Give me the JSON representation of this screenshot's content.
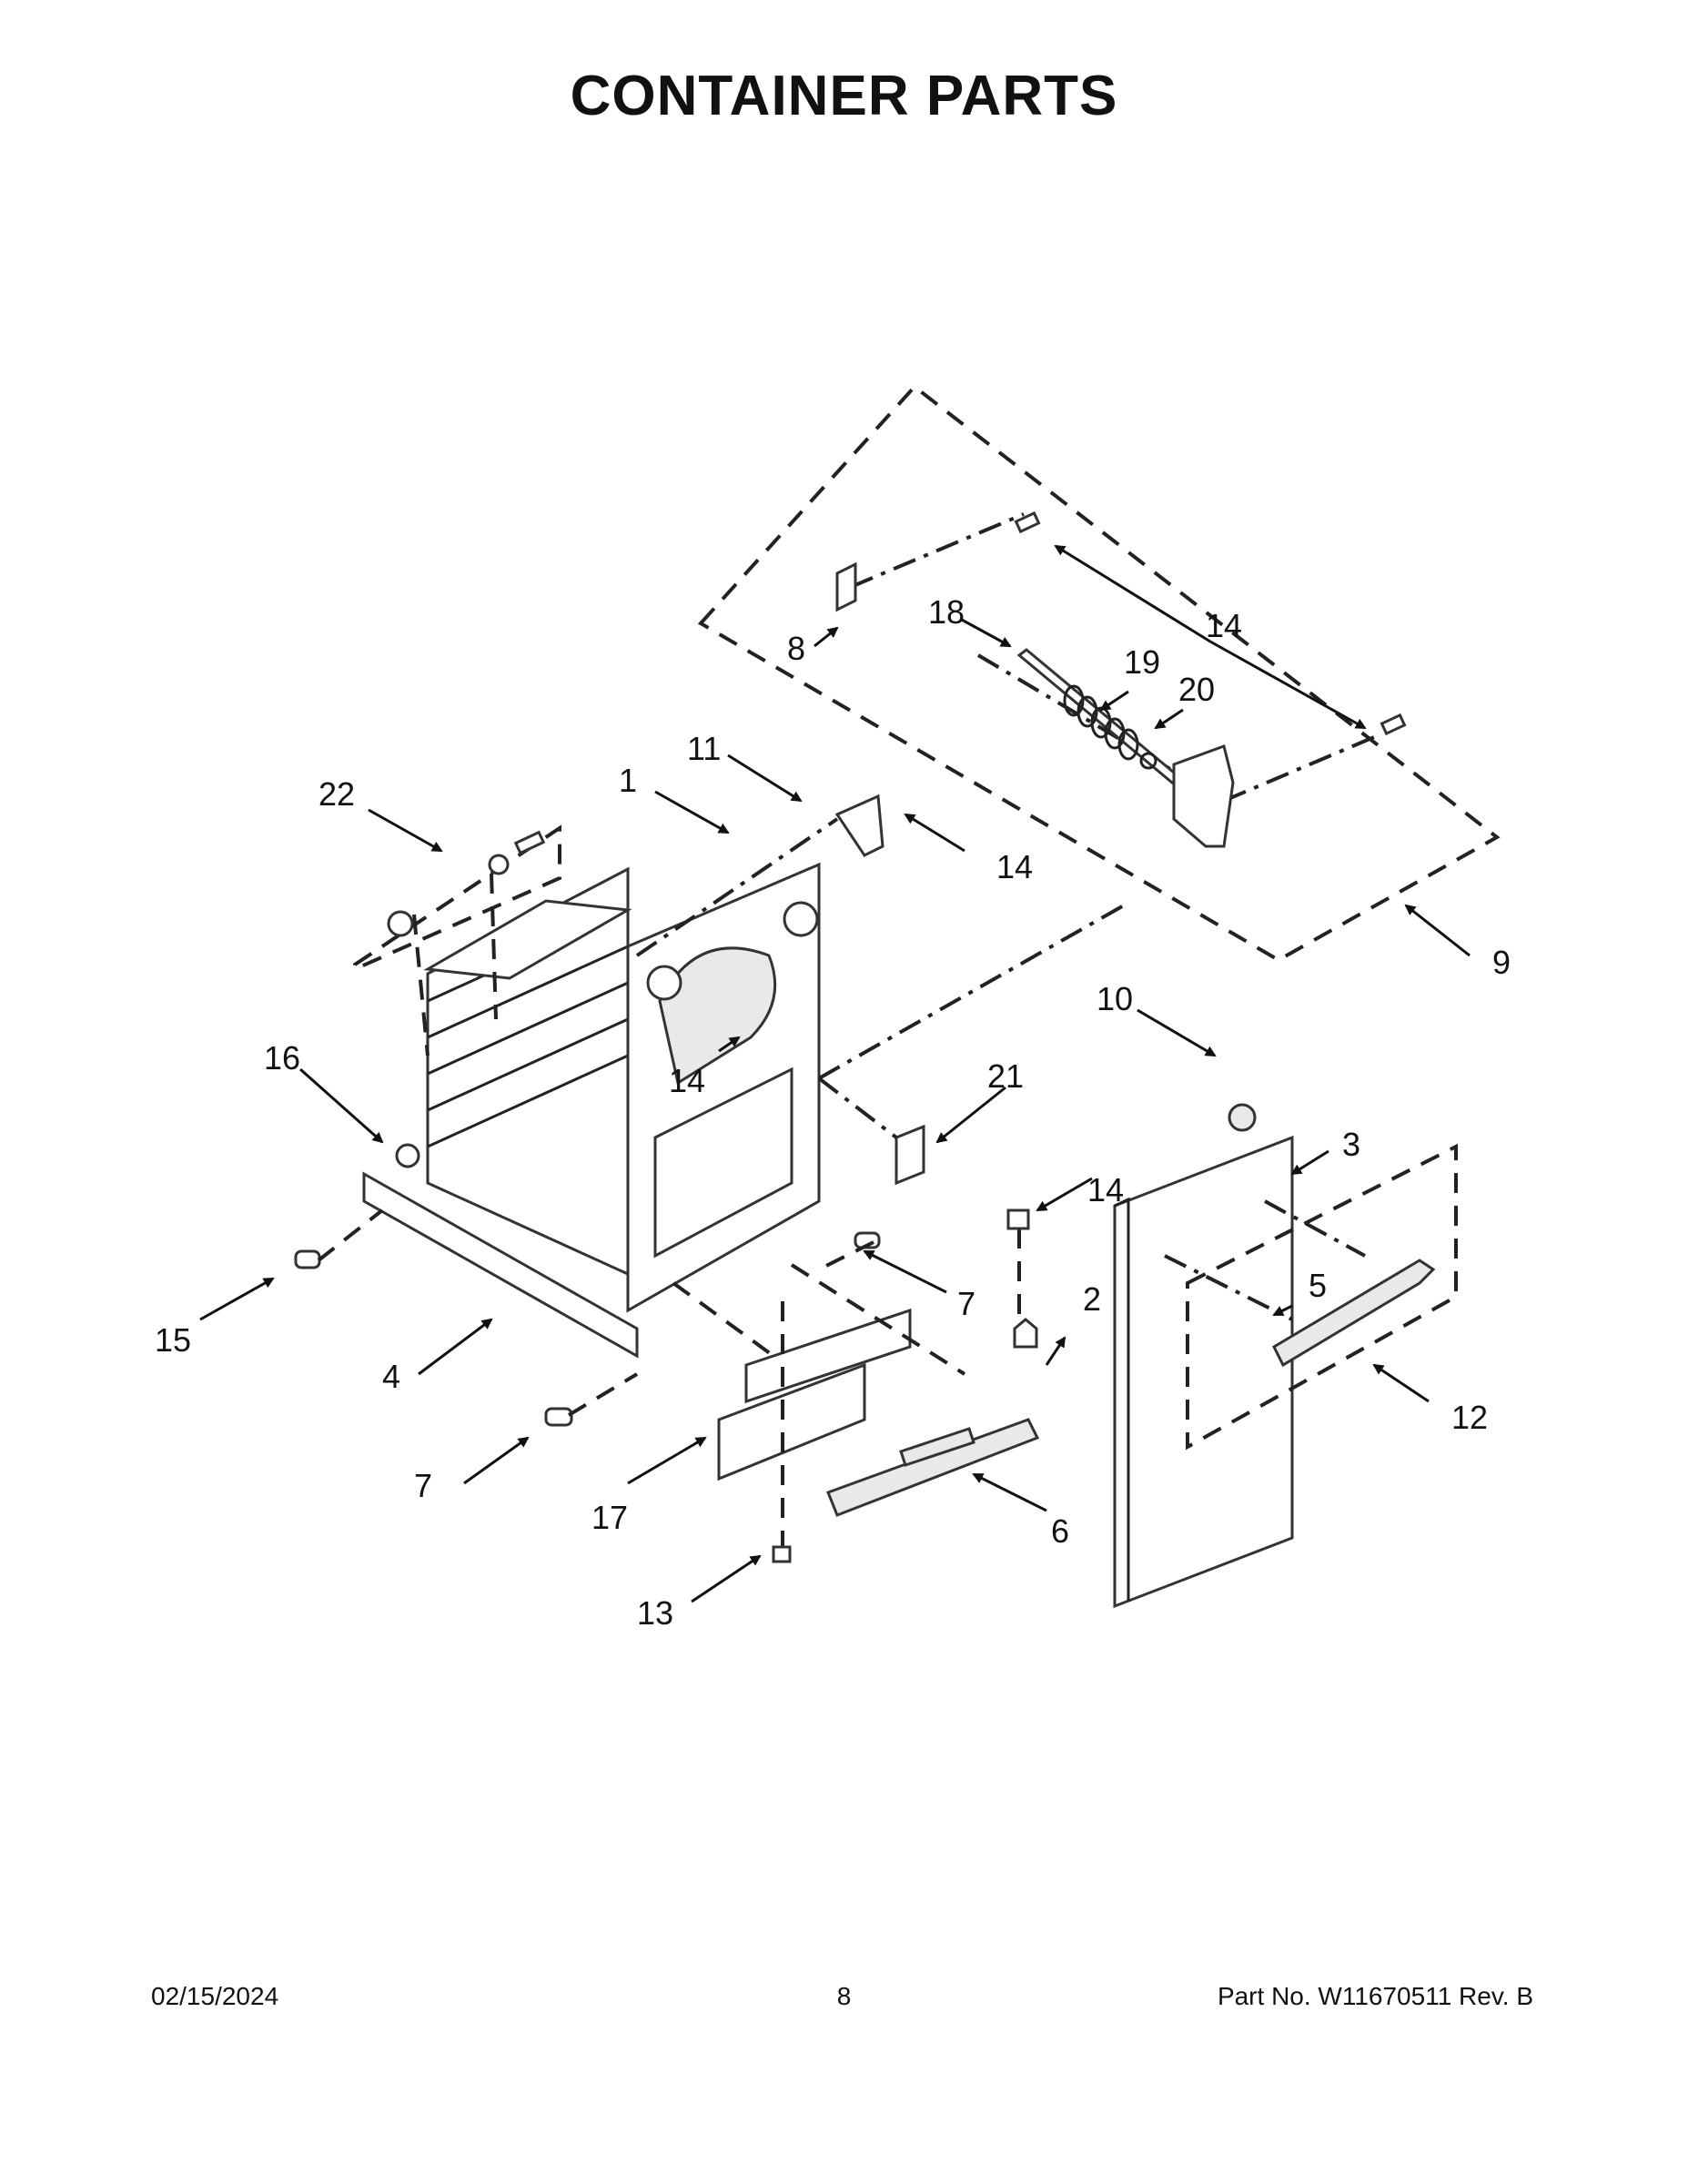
{
  "page": {
    "title": "CONTAINER PARTS"
  },
  "callouts": {
    "c1": "1",
    "c2": "2",
    "c3": "3",
    "c4": "4",
    "c5": "5",
    "c6": "6",
    "c7a": "7",
    "c7b": "7",
    "c8": "8",
    "c9": "9",
    "c10": "10",
    "c11": "11",
    "c12": "12",
    "c13": "13",
    "c14a": "14",
    "c14b": "14",
    "c14c": "14",
    "c14d": "14",
    "c15": "15",
    "c16": "16",
    "c17": "17",
    "c18": "18",
    "c19": "19",
    "c20": "20",
    "c21": "21",
    "c22": "22"
  },
  "footer": {
    "date": "02/15/2024",
    "page_number": "8",
    "part_number": "Part No.  W11670511  Rev.  B"
  }
}
